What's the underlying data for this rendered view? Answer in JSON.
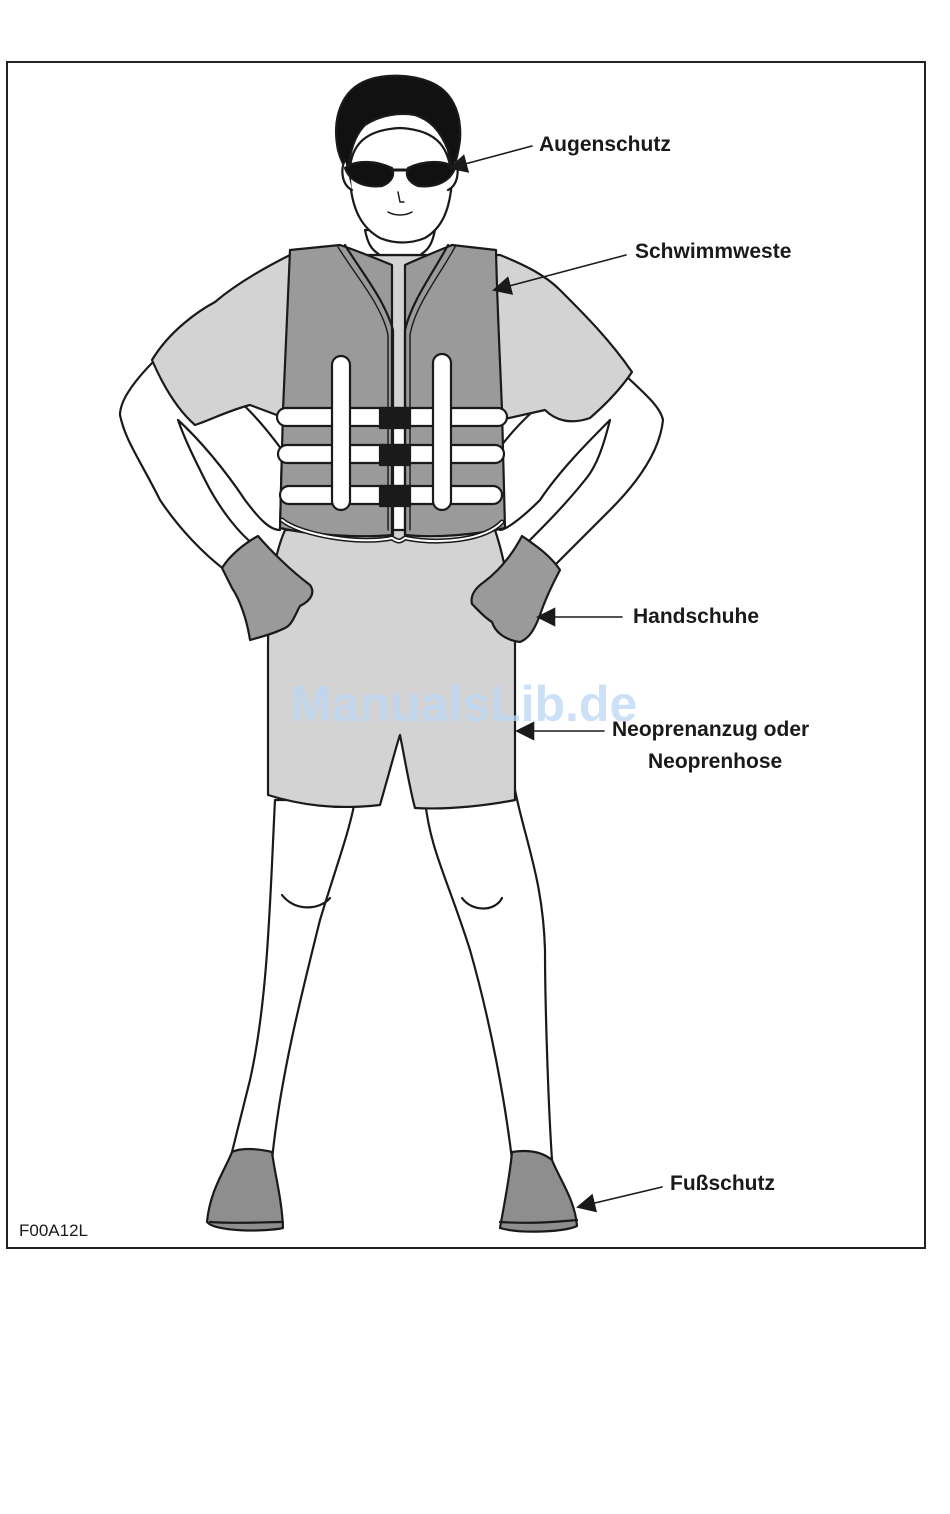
{
  "labels": {
    "eye": "Augenschutz",
    "vest": "Schwimmweste",
    "gloves": "Handschuhe",
    "wetsuit_line1": "Neoprenanzug oder",
    "wetsuit_line2": "Neoprenhose",
    "foot": "Fußschutz"
  },
  "figure_code": "F00A12L",
  "watermark": "ManualsLib.de",
  "colors": {
    "outline": "#1a1a1a",
    "shirt": "#d3d3d3",
    "vest": "#9a9a9a",
    "shorts": "#d3d3d3",
    "gloves": "#9a9a9a",
    "shoes": "#8e8e8e",
    "hair": "#111111",
    "watermark": "#bcd6f6"
  }
}
